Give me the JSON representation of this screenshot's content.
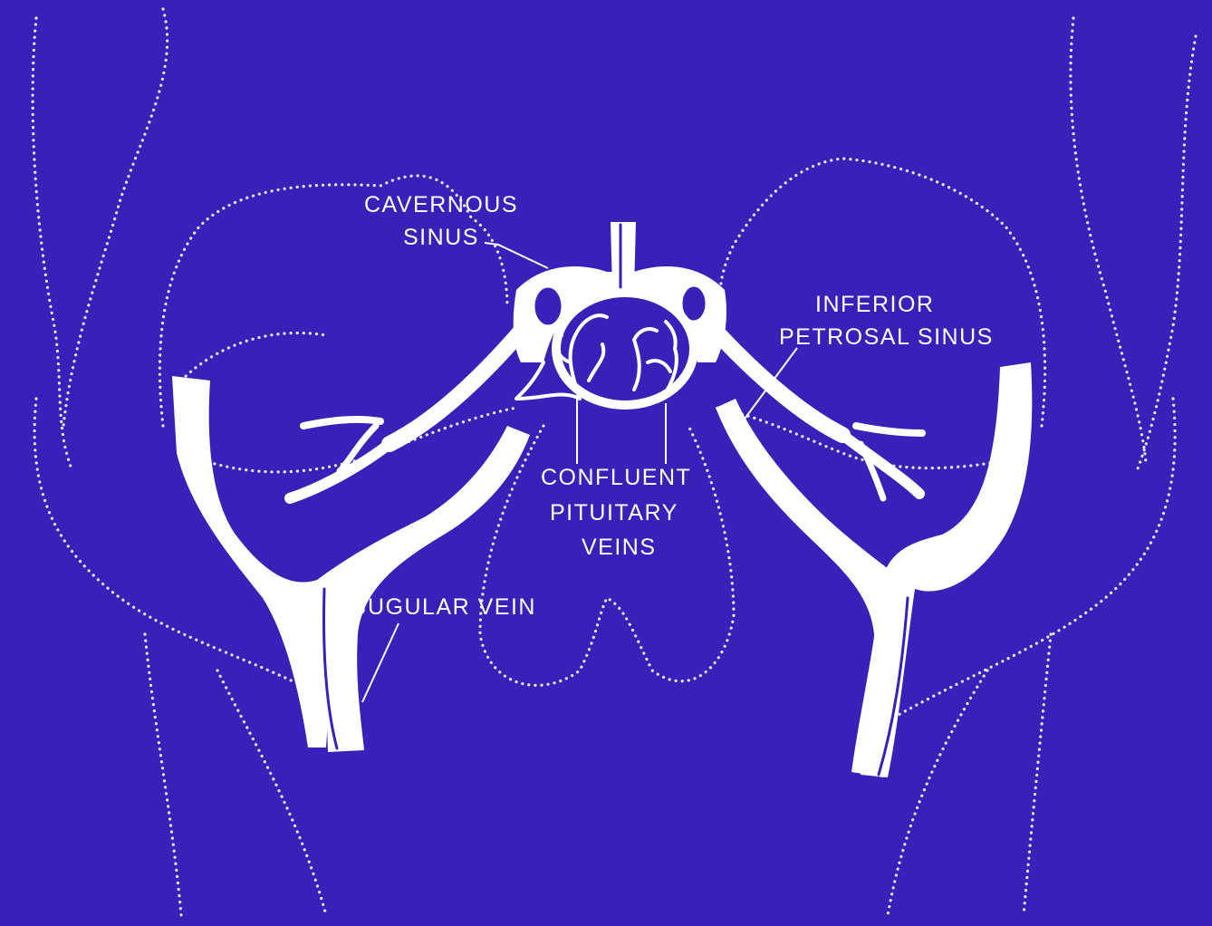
{
  "colors": {
    "background": "#3a1fb8",
    "ink": "#ffffff"
  },
  "labels": {
    "cavernous_sinus": [
      "CAVERNOUS",
      "SINUS"
    ],
    "inferior_petrosal_sinus": [
      "INFERIOR",
      "PETROSAL SINUS"
    ],
    "confluent_pituitary_veins": [
      "CONFLUENT",
      "PITUITARY",
      "VEINS"
    ],
    "jugular_vein": "JUGULAR VEIN"
  }
}
